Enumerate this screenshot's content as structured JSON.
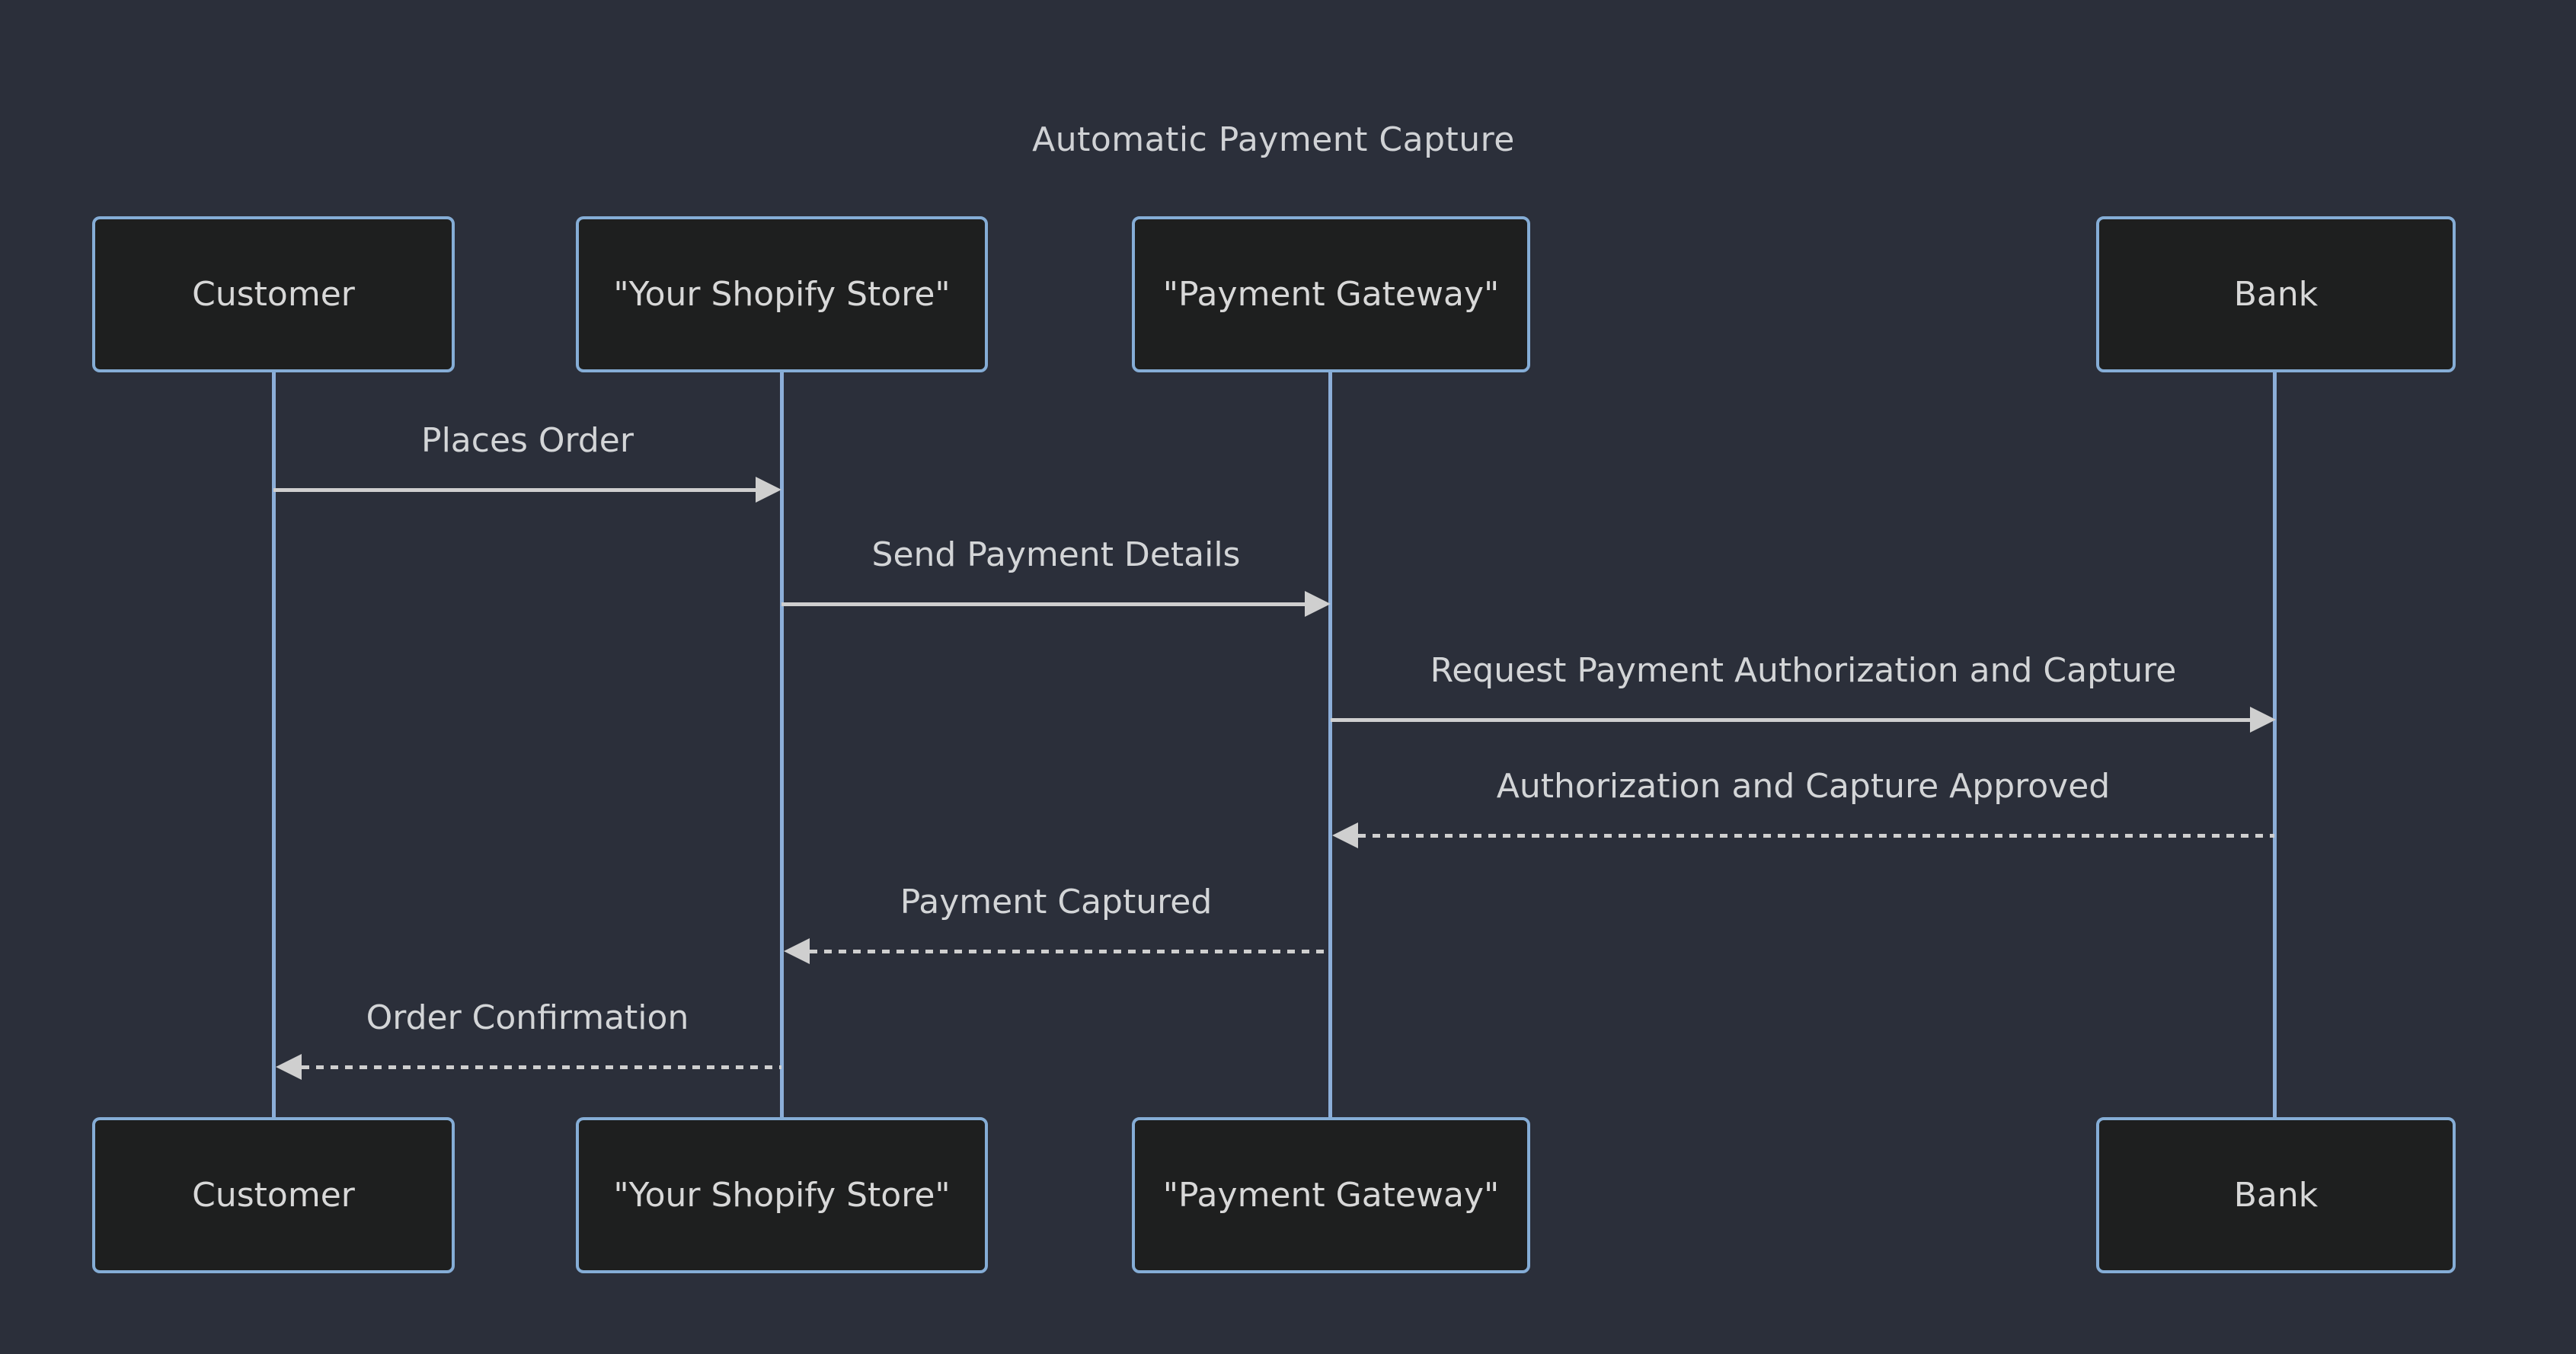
{
  "diagram": {
    "type": "sequence-diagram",
    "title": "Automatic Payment Capture",
    "actors": [
      {
        "id": "customer",
        "label": "Customer"
      },
      {
        "id": "shopify-store",
        "label": "\"Your Shopify Store\""
      },
      {
        "id": "payment-gateway",
        "label": "\"Payment Gateway\""
      },
      {
        "id": "bank",
        "label": "Bank"
      }
    ],
    "messages": [
      {
        "from": "Customer",
        "to": "Your Shopify Store",
        "label": "Places Order",
        "line": "solid",
        "direction": "right"
      },
      {
        "from": "Your Shopify Store",
        "to": "Payment Gateway",
        "label": "Send Payment Details",
        "line": "solid",
        "direction": "right"
      },
      {
        "from": "Payment Gateway",
        "to": "Bank",
        "label": "Request Payment Authorization and Capture",
        "line": "solid",
        "direction": "right"
      },
      {
        "from": "Bank",
        "to": "Payment Gateway",
        "label": "Authorization and Capture Approved",
        "line": "dashed",
        "direction": "left"
      },
      {
        "from": "Payment Gateway",
        "to": "Your Shopify Store",
        "label": "Payment Captured",
        "line": "dashed",
        "direction": "left"
      },
      {
        "from": "Your Shopify Store",
        "to": "Customer",
        "label": "Order Confirmation",
        "line": "dashed",
        "direction": "left"
      }
    ],
    "colors": {
      "background": "#2b2f3a",
      "actor_fill": "#1e1f1f",
      "actor_border": "#85add6",
      "lifeline": "#8caed8",
      "arrow": "#cfcfcf",
      "actor_text": "#d8d8d8",
      "message_text": "#d3d5d7",
      "title_text": "#d0d2d5"
    }
  }
}
